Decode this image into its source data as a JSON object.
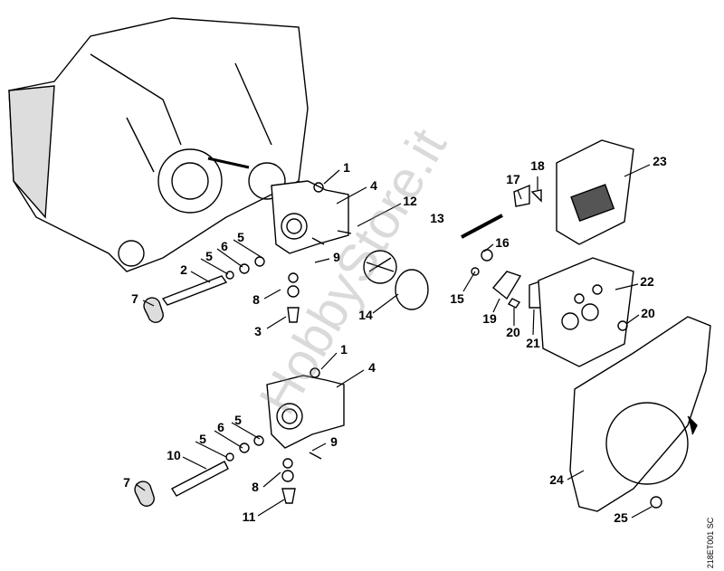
{
  "watermark": "HobbyStore.it",
  "drawing_code": "218ET001 SC",
  "callouts": [
    "1",
    "4",
    "12",
    "13",
    "5",
    "6",
    "5",
    "2",
    "9",
    "8",
    "7",
    "3",
    "14",
    "17",
    "18",
    "23",
    "16",
    "15",
    "19",
    "20",
    "21",
    "22",
    "20",
    "1",
    "4",
    "5",
    "6",
    "5",
    "9",
    "10",
    "7",
    "8",
    "11",
    "24",
    "25"
  ]
}
